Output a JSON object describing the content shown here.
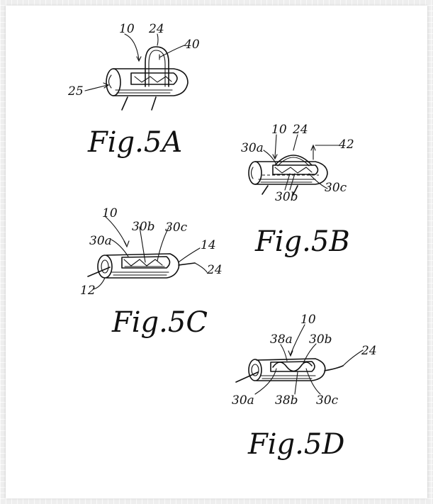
{
  "document": {
    "type": "patent-drawing-sheet",
    "figures": [
      {
        "id": "fig5a",
        "caption": "Fig.5A",
        "labels": {
          "device": "10",
          "wire": "24",
          "loop": "40",
          "opening": "25"
        }
      },
      {
        "id": "fig5b",
        "caption": "Fig.5B",
        "labels": {
          "device": "10",
          "wire": "24",
          "arrow": "42",
          "seg_a": "30a",
          "seg_b": "30b",
          "seg_c": "30c"
        }
      },
      {
        "id": "fig5c",
        "caption": "Fig.5C",
        "labels": {
          "device": "10",
          "seg_a": "30a",
          "seg_b": "30b",
          "seg_c": "30c",
          "end": "14",
          "wire": "24",
          "front": "12"
        }
      },
      {
        "id": "fig5d",
        "caption": "Fig.5D",
        "labels": {
          "device": "10",
          "bend_a": "38a",
          "seg_b": "30b",
          "wire": "24",
          "seg_a": "30a",
          "bend_b": "38b",
          "seg_c": "30c"
        }
      }
    ]
  }
}
